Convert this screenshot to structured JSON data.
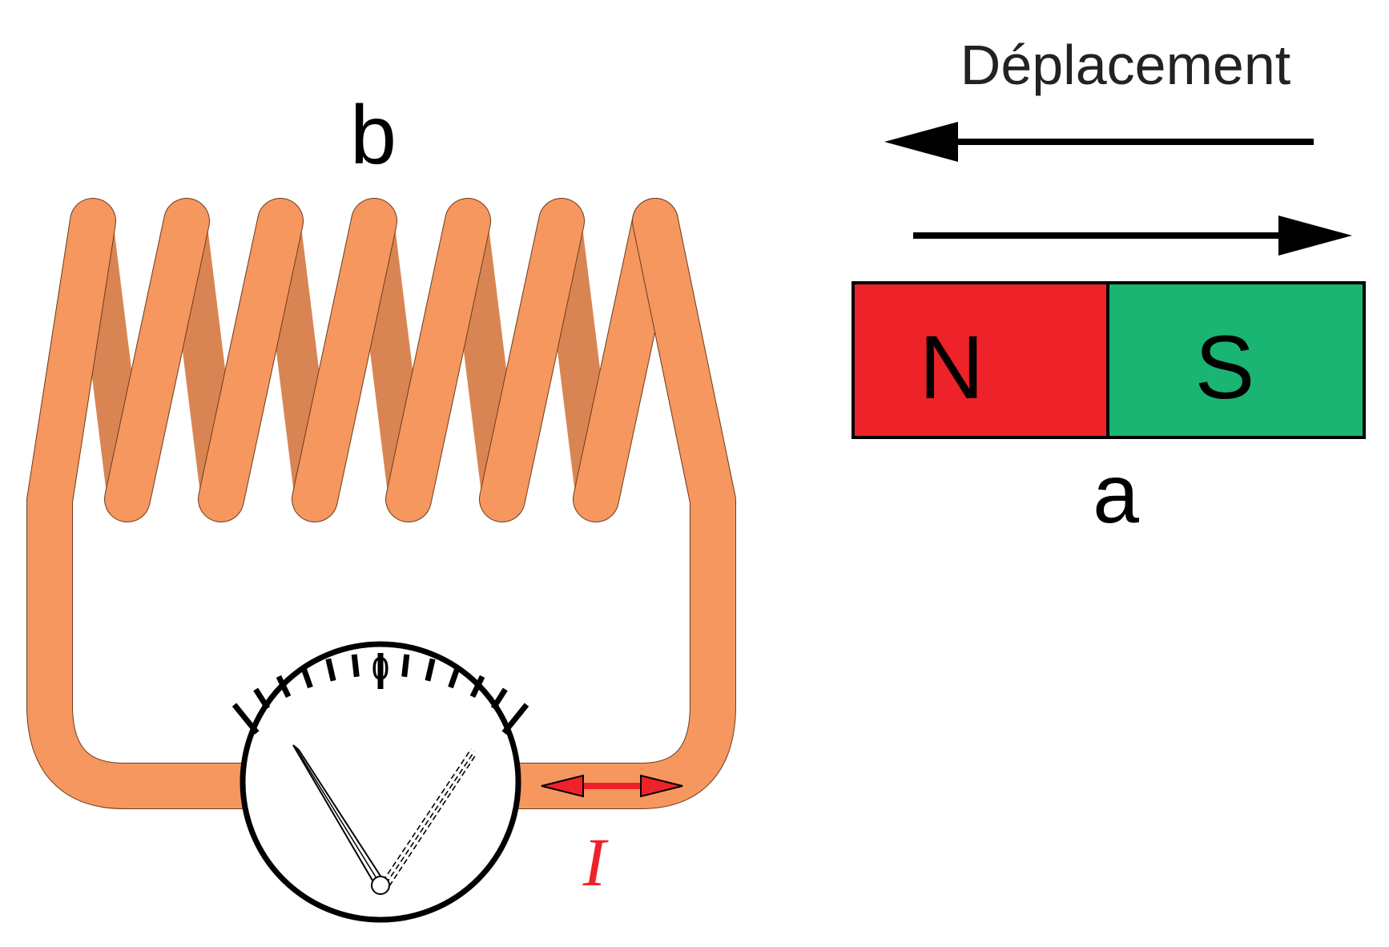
{
  "labels": {
    "coil": "b",
    "magnet": "a",
    "movement": "Déplacement",
    "current": "I",
    "meter_zero": "0"
  },
  "magnet": {
    "north_pole": "N",
    "south_pole": "S",
    "north_color": "#ee2229",
    "south_color": "#1ab573"
  },
  "colors": {
    "wire": "#f5975f",
    "wire_back": "#d98553",
    "current": "#ee2229",
    "ink": "#000000"
  }
}
